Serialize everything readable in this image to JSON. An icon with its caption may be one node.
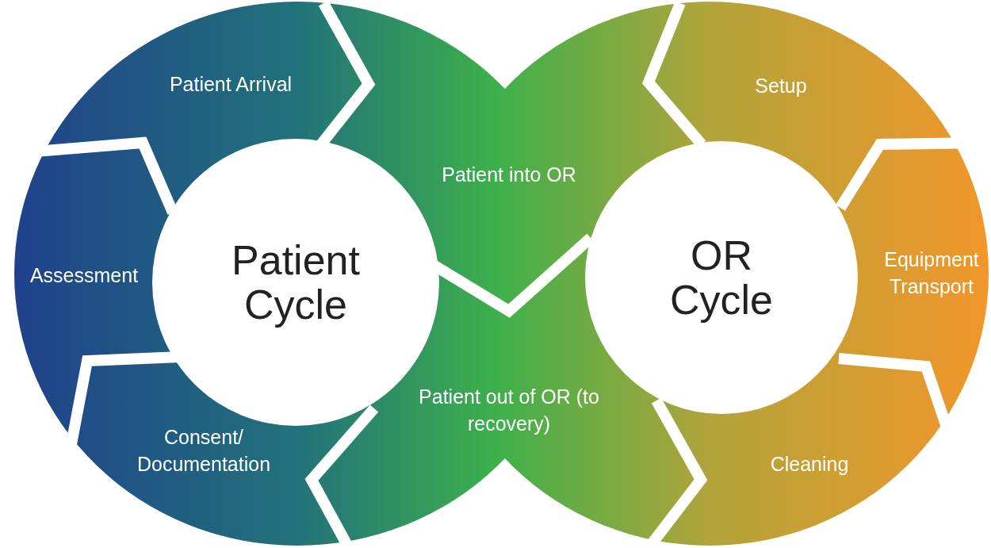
{
  "diagram": {
    "nodes": [
      {
        "text": [
          "Patient Cycle"
        ]
      },
      {
        "text": [
          "Patient Arrival"
        ]
      },
      {
        "text": [
          "Assessment"
        ]
      },
      {
        "text": [
          "Consent/ Documentation"
        ]
      },
      {
        "text": [
          "Patient into OR"
        ]
      },
      {
        "text": [
          "Patient out of OR (to recovery)"
        ]
      },
      {
        "text": [
          "OR Cycle"
        ]
      },
      {
        "text": [
          "Setup"
        ]
      },
      {
        "text": [
          "Equipment Transport"
        ]
      },
      {
        "text": [
          "Cleaning"
        ]
      }
    ]
  }
}
